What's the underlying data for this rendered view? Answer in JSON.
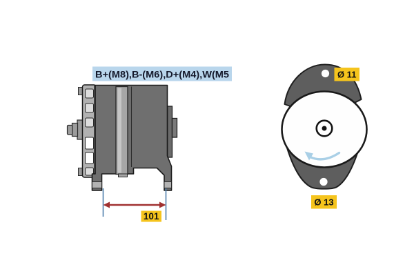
{
  "side_view": {
    "terminal_label": "B+(M8),B-(M6),D+(M4),W(M5",
    "dimension_label": "101"
  },
  "front_view": {
    "top_hole_label": "Ø 11",
    "bottom_hole_label": "Ø 13"
  },
  "icons": {
    "rotation_arrow": "counterclockwise-rotation-arrow",
    "dimension_arrow": "double-headed-horizontal-arrow"
  },
  "colors": {
    "highlight_yellow": "#F5C41D",
    "label_blue": "#B9D6EC",
    "label_text": "#14182A",
    "dimension_red": "#A03030",
    "extension_blue": "#4E7FAC",
    "rotation_blue": "#A9CFE6",
    "body_dark": "#6F6F6F",
    "body_light": "#A6A6A6",
    "outline_dark": "#1A1A1A",
    "text_black": "#111111"
  }
}
